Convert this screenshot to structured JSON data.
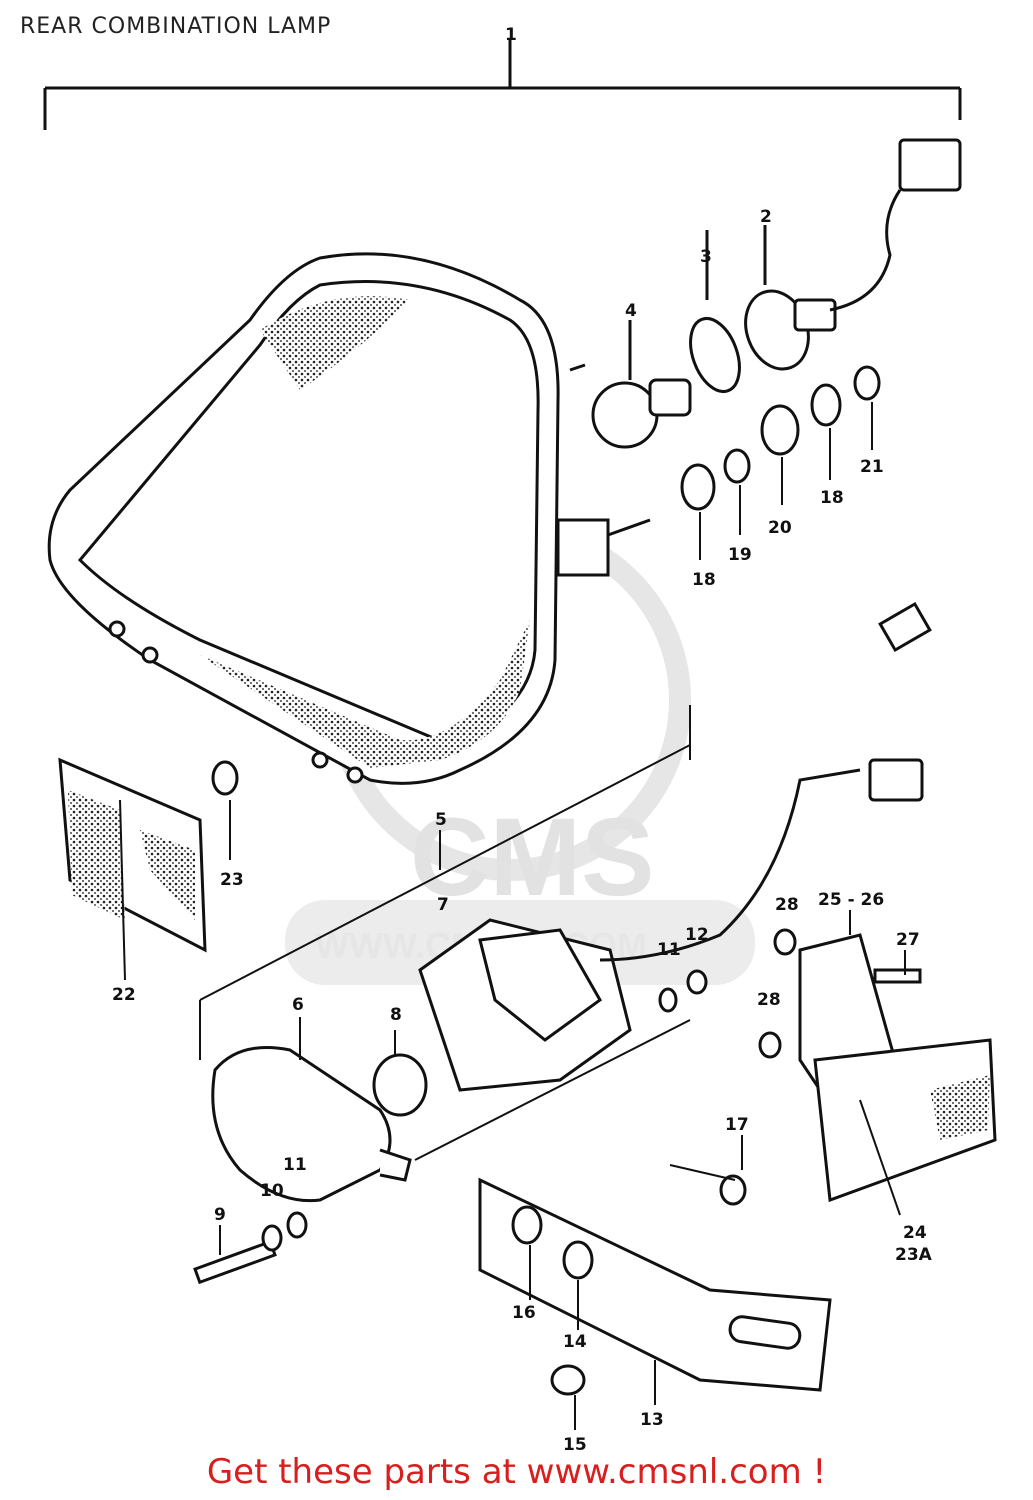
{
  "title": "REAR COMBINATION LAMP",
  "watermark": {
    "brand": "CMS",
    "url": "WWW.CMSNL.COM"
  },
  "footer": "Get these parts at www.cmsnl.com !",
  "part_labels": {
    "p1": "1",
    "p2": "2",
    "p3": "3",
    "p4": "4",
    "p5": "5",
    "p6": "6",
    "p7": "7",
    "p8": "8",
    "p9": "9",
    "p10": "10",
    "p11a": "11",
    "p11b": "11",
    "p12": "12",
    "p13": "13",
    "p14": "14",
    "p15": "15",
    "p16": "16",
    "p17": "17",
    "p18a": "18",
    "p18b": "18",
    "p19": "19",
    "p20": "20",
    "p21": "21",
    "p22": "22",
    "p23": "23",
    "p24": "24",
    "p23a": "23A",
    "p25": "25 - 26",
    "p27": "27",
    "p28a": "28",
    "p28b": "28"
  }
}
